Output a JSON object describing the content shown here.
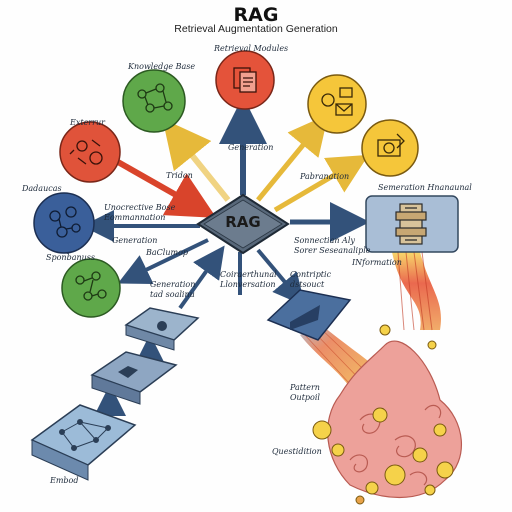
{
  "header": {
    "title": "RAG",
    "subtitle": "Retrieval Augmentation Generation"
  },
  "hub": {
    "label": "RAG"
  },
  "labels": {
    "retrieval_modules": "Retrieval Modules",
    "knowledge_base": "Knowledge Base",
    "external": "Exterrur",
    "databases": "Dadaucas",
    "sentiment": "Sponbanuss",
    "generation_top": "Generation",
    "tridon": "Tridon",
    "connective_base": "Unocrective Bose\nEommannation",
    "generation_left": "Generation",
    "backshop": "BaClumop",
    "generation_tools": "Generation\ntad soalinu",
    "contextual_conversation": "Coiraerthunal\nLlonversation",
    "pabrination": "Pabranation",
    "semantic_header": "Semeration Hnanaunal",
    "connection_layer": "Sonnectian Aly\nSorer Seseanaliple",
    "information": "INformation",
    "contextual_dataset": "Contriptic\ndstsouct",
    "pattern_output": "Pattern\nOutpoil",
    "question": "Questidition",
    "embed": "Embod"
  },
  "colors": {
    "green": "#5fa84a",
    "red": "#e0533a",
    "blue": "#3a5f9a",
    "orange_red": "#e2482c",
    "yellow": "#f5c63a",
    "navy": "#33527a",
    "slate": "#9cb4cc",
    "hub": "#58687a",
    "rose": "#e99a95"
  },
  "icons": [
    "network-icon",
    "document-icon",
    "gear-icon",
    "database-icon",
    "graph-icon",
    "envelope-icon",
    "camera-icon",
    "chip-icon"
  ]
}
